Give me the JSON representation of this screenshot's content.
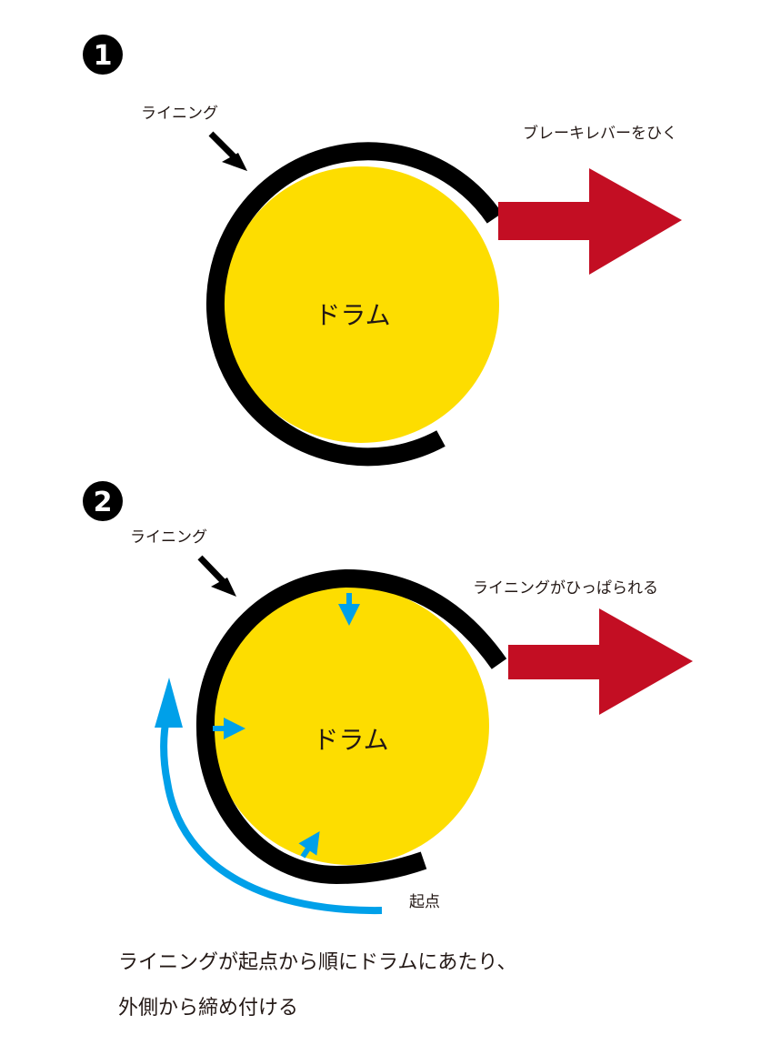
{
  "colors": {
    "drum": "#FDDD00",
    "lining": "#000000",
    "pull_arrow": "#C30E23",
    "force_arrow": "#00A0E9",
    "text": "#231815"
  },
  "step1": {
    "badge": "1",
    "lining_label": "ライニング",
    "drum_label": "ドラム",
    "lever_label": "ブレーキレバーをひく"
  },
  "step2": {
    "badge": "2",
    "lining_label": "ライニング",
    "drum_label": "ドラム",
    "pulled_label": "ライニングがひっぱられる",
    "origin_label": "起点"
  },
  "caption": {
    "line1": "ライニングが起点から順にドラムにあたり、",
    "line2": "外側から締め付ける"
  }
}
